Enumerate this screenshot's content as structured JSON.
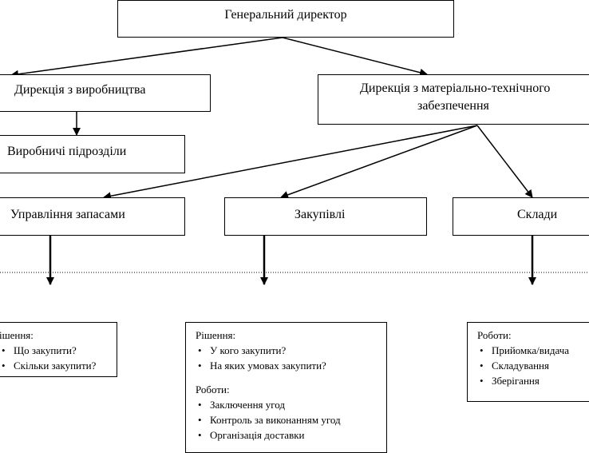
{
  "boxes": {
    "ceo": "Генеральний директор",
    "production": "Дирекція з виробництва",
    "logistics_line1": "Дирекція з матеріально-технічного",
    "logistics_line2": "забезпечення",
    "units": "Виробничі підрозділи",
    "inventory": "Управління запасами",
    "purchasing": "Закупівлі",
    "warehouses": "Склади"
  },
  "notes": {
    "left": {
      "heading": "ішення:",
      "items": [
        "Що закупити?",
        "Скільки закупити?"
      ]
    },
    "middle": {
      "heading1": "Рішення:",
      "items1": [
        "У кого закупити?",
        "На яких умовах закупити?"
      ],
      "heading2": "Роботи:",
      "items2": [
        "Заключення угод",
        "Контроль за виконанням угод",
        "Організація доставки"
      ]
    },
    "right": {
      "heading": "Роботи:",
      "items": [
        "Прийомка/видача",
        "Складування",
        "Зберігання"
      ]
    }
  }
}
